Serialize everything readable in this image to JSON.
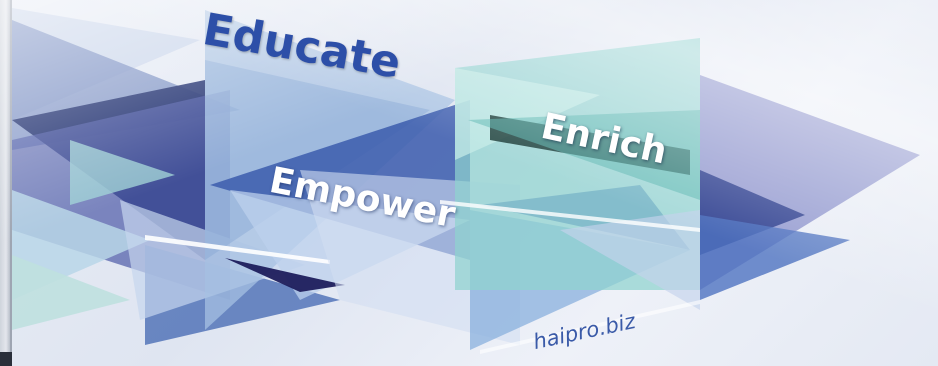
{
  "banner": {
    "words": {
      "educate": "Educate",
      "empower": "Empower",
      "enrich": "Enrich"
    },
    "website": "haipro.biz"
  },
  "colors": {
    "background": "#e6ebf5",
    "navy": "#1b2a6b",
    "royal_blue": "#3f5fae",
    "light_blue": "#a9c1e2",
    "periwinkle": "#8c93cf",
    "teal": "#7ec9c3",
    "dark_teal": "#1f3d3a",
    "title_blue": "#2d4fa8",
    "word_white": "#ffffff"
  }
}
